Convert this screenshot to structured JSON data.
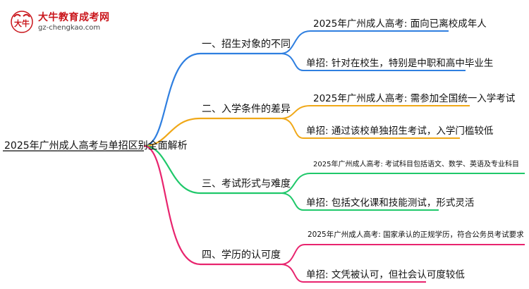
{
  "logo": {
    "title": "大牛教育成考网",
    "url": "gz-chengkao.com",
    "mark_text": "大牛"
  },
  "root": {
    "label": "2025年广州成人高考与单招区别全面解析"
  },
  "branches": [
    {
      "label": "一、招生对象的不同",
      "color": "#2f7fe0",
      "leaves": [
        "2025年广州成人高考: 面向已离校成年人",
        "单招: 针对在校生，特别是中职和高中毕业生"
      ]
    },
    {
      "label": "二、入学条件的差异",
      "color": "#f0a818",
      "leaves": [
        "2025年广州成人高考: 需参加全国统一入学考试",
        "单招: 通过该校单独招生考试，入学门槛较低"
      ]
    },
    {
      "label": "三、考试形式与难度",
      "color": "#1fc86a",
      "leaves": [
        "2025年广州成人高考: 考试科目包括语文、数学、英语及专业科目",
        "单招: 包括文化课和技能测试，形式灵活"
      ]
    },
    {
      "label": "四、学历的认可度",
      "color": "#e8246e",
      "leaves": [
        "2025年广州成人高考: 国家承认的正规学历，符合公务员考试要求",
        "单招: 文凭被认可，但社会认可度较低"
      ]
    }
  ]
}
